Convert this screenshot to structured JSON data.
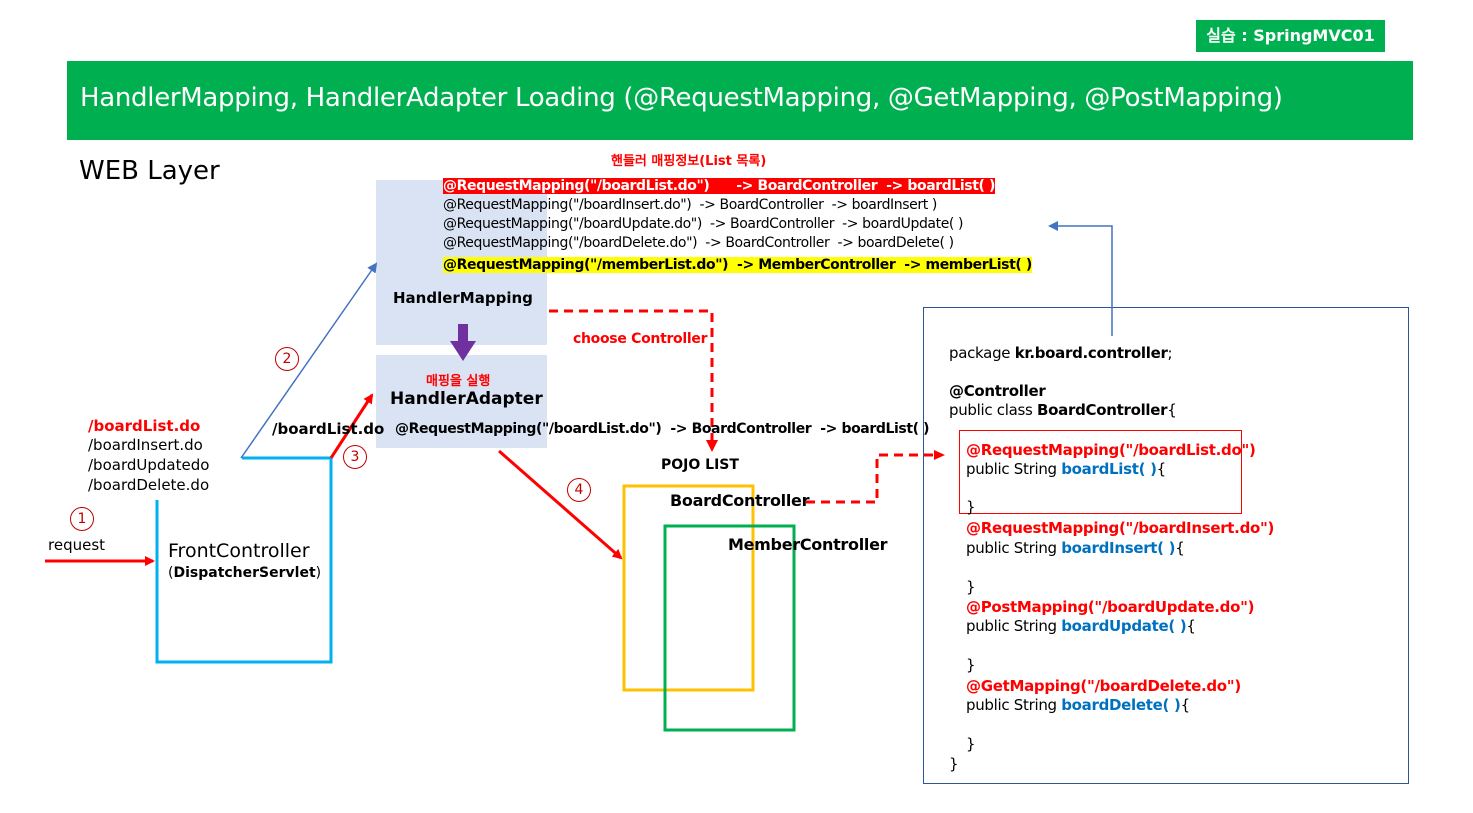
{
  "badge": "실습 : SpringMVC01",
  "title": "HandlerMapping, HandlerAdapter Loading (@RequestMapping, @GetMapping, @PostMapping)",
  "web_layer": "WEB Layer",
  "mapping_info": {
    "title": "핸들러 매핑정보(List 목록)",
    "lines": [
      "@RequestMapping(\"/boardList.do\")      -> BoardController  -> boardList( )",
      "@RequestMapping(\"/boardInsert.do\")  -> BoardController  -> boardInsert )",
      "@RequestMapping(\"/boardUpdate.do\")  -> BoardController  -> boardUpdate( )",
      "@RequestMapping(\"/boardDelete.do\")  -> BoardController  -> boardDelete( )",
      "@RequestMapping(\"/memberList.do\")  -> MemberController  -> memberList( )"
    ]
  },
  "handler_mapping": "HandlerMapping",
  "handler_adapter": {
    "korean_label": "매핑을 실행",
    "label": "HandlerAdapter",
    "mapping": "@RequestMapping(\"/boardList.do\")  -> BoardController  -> boardList( )"
  },
  "choose_controller": "choose Controller",
  "requests": {
    "active": "/boardList.do",
    "others": [
      "/boardInsert.do",
      "/boardUpdatedo",
      "/boardDelete.do"
    ]
  },
  "request_label": "request",
  "front_controller": {
    "name": "FrontController",
    "paren_open": "(",
    "sub": "DispatcherServlet",
    "paren_close": ")"
  },
  "forward_label": "/boardList.do",
  "steps": [
    "1",
    "2",
    "3",
    "4"
  ],
  "pojo": {
    "title": "POJO LIST",
    "board": "BoardController",
    "member": "MemberController"
  },
  "code": {
    "package_kw": "package ",
    "package_name": "kr.board.controller",
    "semicolon": ";",
    "annotation": "@Controller",
    "class_decl": "public class ",
    "class_name": "BoardController",
    "open_brace": "{",
    "close_brace": "}",
    "method_prefix": "public String ",
    "methods": [
      {
        "annotation": "@RequestMapping(\"/boardList.do\")",
        "name": "boardList( )"
      },
      {
        "annotation": "@RequestMapping(\"/boardInsert.do\")",
        "name": "boardInsert( )"
      },
      {
        "annotation": "@PostMapping(\"/boardUpdate.do\")",
        "name": "boardUpdate( )"
      },
      {
        "annotation": "@GetMapping(\"/boardDelete.do\")",
        "name": "boardDelete( )"
      }
    ]
  },
  "colors": {
    "green": "#00b050",
    "red": "#ff0000",
    "blue": "#4472c4",
    "cyan": "#00b0f0",
    "purple": "#7030a0",
    "gold": "#ffc000",
    "light_blue_fill": "#dae3f3",
    "yellow_highlight": "#ffff00"
  }
}
